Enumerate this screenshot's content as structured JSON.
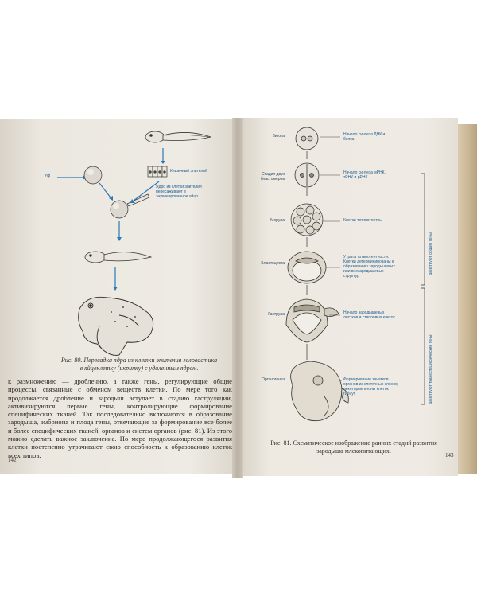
{
  "left_page": {
    "figure_labels": {
      "uv": "Уф",
      "intestinal_epithelium": "Кишечный эпителий",
      "nucleus_transfer": "Ядро из клетки эпителия пересаживают в энуклеированное яйцо"
    },
    "caption_line1": "Рис. 80. Пересадка ядра из клетки эпителия головастика",
    "caption_line2": "в яйцеклетку (икринку) с удаленным ядром.",
    "body_text": "к размножению — дроблению, а также гены, регулирующие общие процессы, связанные с обменом веществ клетки. По мере того как продолжается дробление и зародыш вступает в стадию гаструляции, активизируются первые гены, контролирующие формирование специфических тканей. Так последовательно включаются в образование зародыша, эмбриона и плода гены, отвечающие за формирование все более и более специфических тканей, органов и систем органов (рис. 81). Из этого можно сделать важное заключение. По мере продолжающегося развития клетки постепенно утрачивают свою способность к образованию клеток всех типов,",
    "page_number": "142"
  },
  "right_page": {
    "stages": [
      {
        "name": "Зигота",
        "description": "Начало синтеза ДНК и белка"
      },
      {
        "name": "Стадия двух бластомеров",
        "description": "Начало синтеза мРНК, тРНК и рРНК"
      },
      {
        "name": "Морула",
        "description": "Клетки тотипотентны"
      },
      {
        "name": "Бластоциста",
        "description": "Утрата тотипотентности. Клетки детерминированы к образованию зародышевых или внезародышевых структур"
      },
      {
        "name": "Гаструла",
        "description": "Начало зародышевых листков и стволовых клеток"
      },
      {
        "name": "Органогенез",
        "description": "Формирование зачатков органов из клеточных клонов; некоторые клоны клеток гибнут"
      }
    ],
    "bracket_upper": "Действуют общие гены",
    "bracket_lower": "Действуют тканеспецифические гены",
    "caption_line1": "Рис. 81. Схематическое изображение ранних стадий развития",
    "caption_line2": "зародыша млекопитающих.",
    "page_number": "143"
  }
}
